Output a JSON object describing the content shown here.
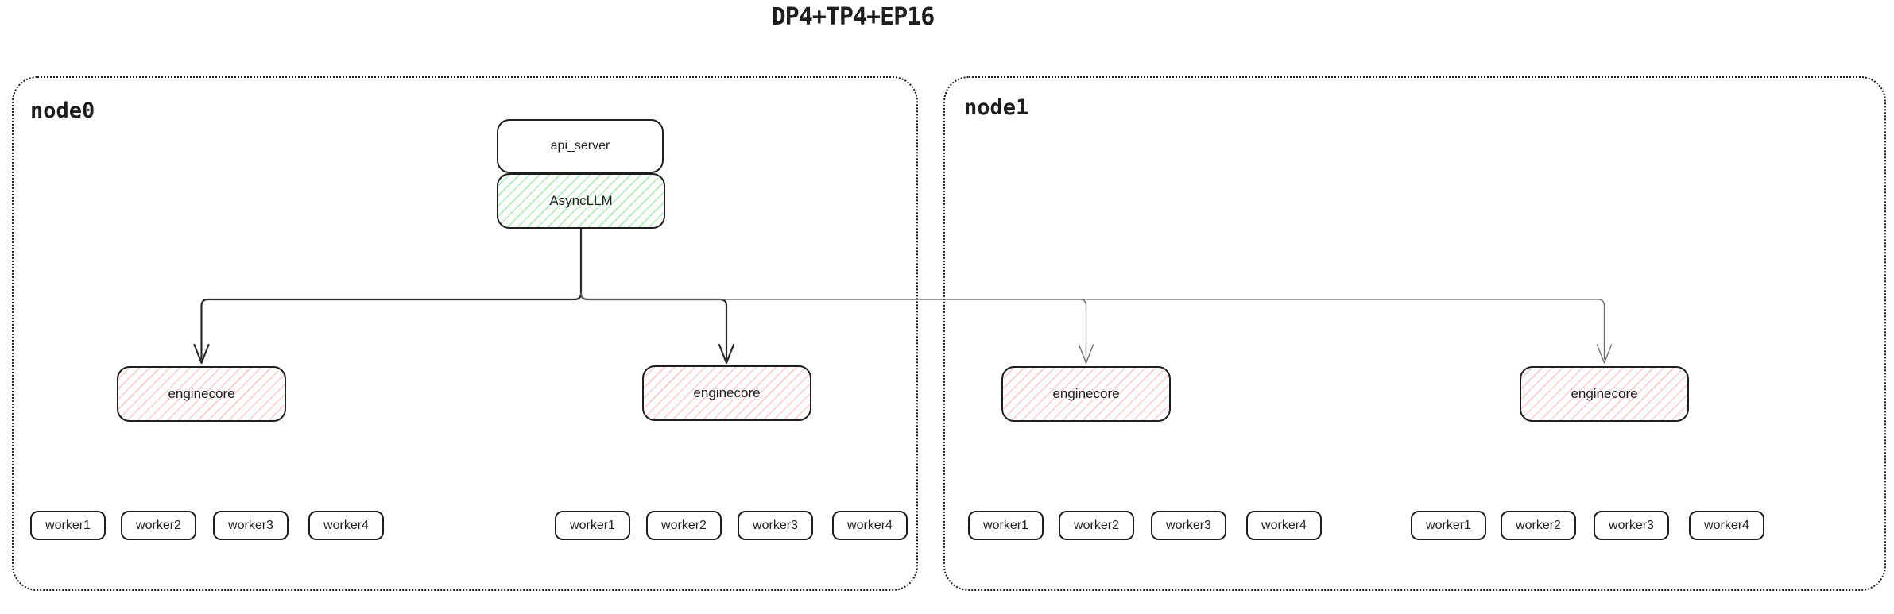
{
  "title": "DP4+TP4+EP16",
  "colors": {
    "stroke": "#1e1e1e",
    "async_llm_hatch": "#69db7c",
    "enginecore_hatch": "#ffa8a8",
    "connector_dark": "#2b2b2b",
    "connector_light": "#6b6b6b"
  },
  "nodes": [
    {
      "label": "node0"
    },
    {
      "label": "node1"
    }
  ],
  "api_server": {
    "label": "api_server"
  },
  "async_llm": {
    "label": "AsyncLLM"
  },
  "enginecores": [
    {
      "label": "enginecore"
    },
    {
      "label": "enginecore"
    },
    {
      "label": "enginecore"
    },
    {
      "label": "enginecore"
    }
  ],
  "worker_groups": [
    {
      "workers": [
        "worker1",
        "worker2",
        "worker3",
        "worker4"
      ]
    },
    {
      "workers": [
        "worker1",
        "worker2",
        "worker3",
        "worker4"
      ]
    },
    {
      "workers": [
        "worker1",
        "worker2",
        "worker3",
        "worker4"
      ]
    },
    {
      "workers": [
        "worker1",
        "worker2",
        "worker3",
        "worker4"
      ]
    }
  ]
}
